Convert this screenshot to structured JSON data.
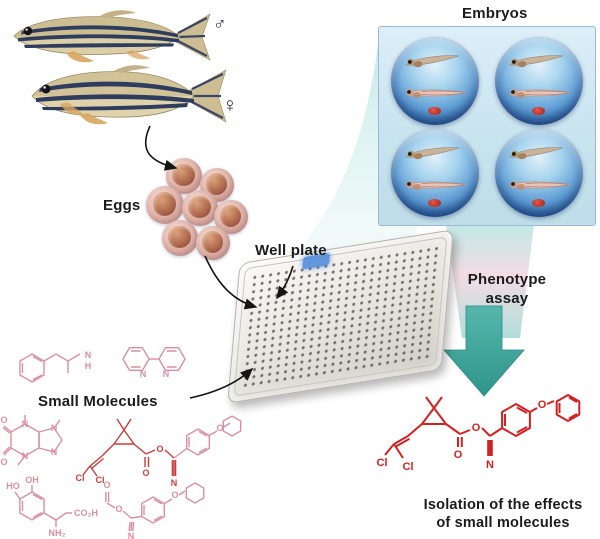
{
  "labels": {
    "embryos": "Embryos",
    "eggs": "Eggs",
    "well_plate": "Well plate",
    "small_molecules": "Small Molecules",
    "phenotype_line1": "Phenotype",
    "phenotype_line2": "assay",
    "isolation_line1": "Isolation of the effects",
    "isolation_line2": "of small molecules"
  },
  "symbols": {
    "male": "♂",
    "female": "♀"
  },
  "atoms": {
    "amine_n": "N",
    "amine_h": "H",
    "bipy_n1": "N",
    "bipy_n2": "N",
    "caf_o1": "O",
    "caf_o2": "O",
    "caf_n1": "N",
    "caf_n2": "N",
    "caf_n3": "N",
    "caf_n4": "N",
    "pyr_cl1": "Cl",
    "pyr_cl2": "Cl",
    "pyr_o1": "O",
    "pyr_o2": "O",
    "pyr_o3": "O",
    "pyr_n": "N",
    "dopa_ho": "HO",
    "dopa_oh": "OH",
    "dopa_co2h": "CO₂H",
    "dopa_nh2": "NH₂",
    "form_o1": "O",
    "form_o2": "O",
    "form_o3": "O",
    "form_n": "N",
    "red_cl1": "Cl",
    "red_cl2": "Cl",
    "red_o1": "O",
    "red_o2": "O",
    "red_o3": "O",
    "red_n": "N"
  },
  "colors": {
    "teal_arrow": "#3aa79e",
    "swoosh_teal": "#8fd8d4",
    "band_pink": "#ebbecd",
    "pink_molecule": "#d98fa0",
    "red_molecule": "#d42020",
    "embryo_box_bg": "#cde6f2",
    "well_blue": "#2a64a8",
    "egg_pink": "#e3b8ae",
    "plate_gray": "#e6e3dd",
    "plate_marker_blue": "#4a86d8",
    "stripe_navy": "#2e3c5e"
  }
}
